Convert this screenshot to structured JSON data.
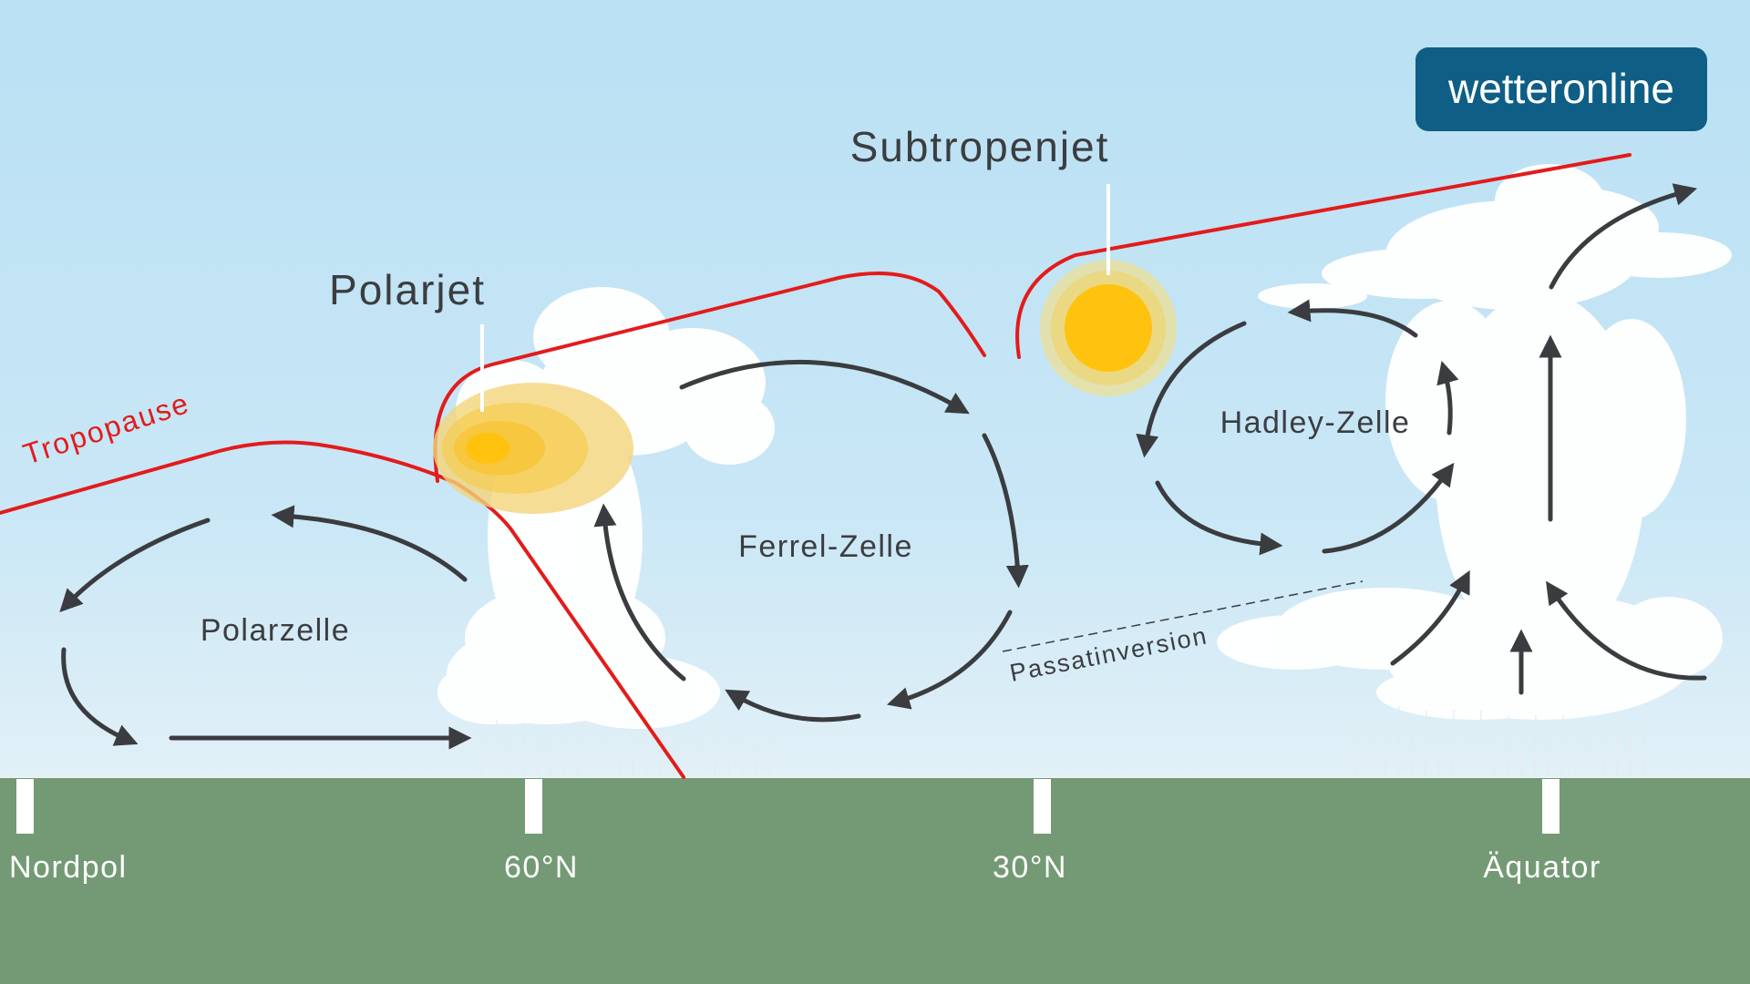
{
  "labels": {
    "tropopause": "Tropopause",
    "polarjet": "Polarjet",
    "subtropenjet": "Subtropenjet",
    "polarzelle": "Polarzelle",
    "ferrel": "Ferrel-Zelle",
    "hadley": "Hadley-Zelle",
    "passat": "Passatinversion"
  },
  "axis": {
    "nordpol": "Nordpol",
    "lat60": "60°N",
    "lat30": "30°N",
    "aequator": "Äquator"
  },
  "logo": {
    "text": "wetteronline"
  },
  "colors": {
    "sky_top": "#b9e0f4",
    "sky_bottom": "#dfeff7",
    "ground": "#739a74",
    "tropopause": "#e31b1b",
    "arrow": "#3a3c3f",
    "jet_core": "#ffc20e",
    "jet_halo": "#f3d57a",
    "logo_bg": "#0f5e86",
    "text": "#3b3d40",
    "axis_text": "#ffffff"
  }
}
